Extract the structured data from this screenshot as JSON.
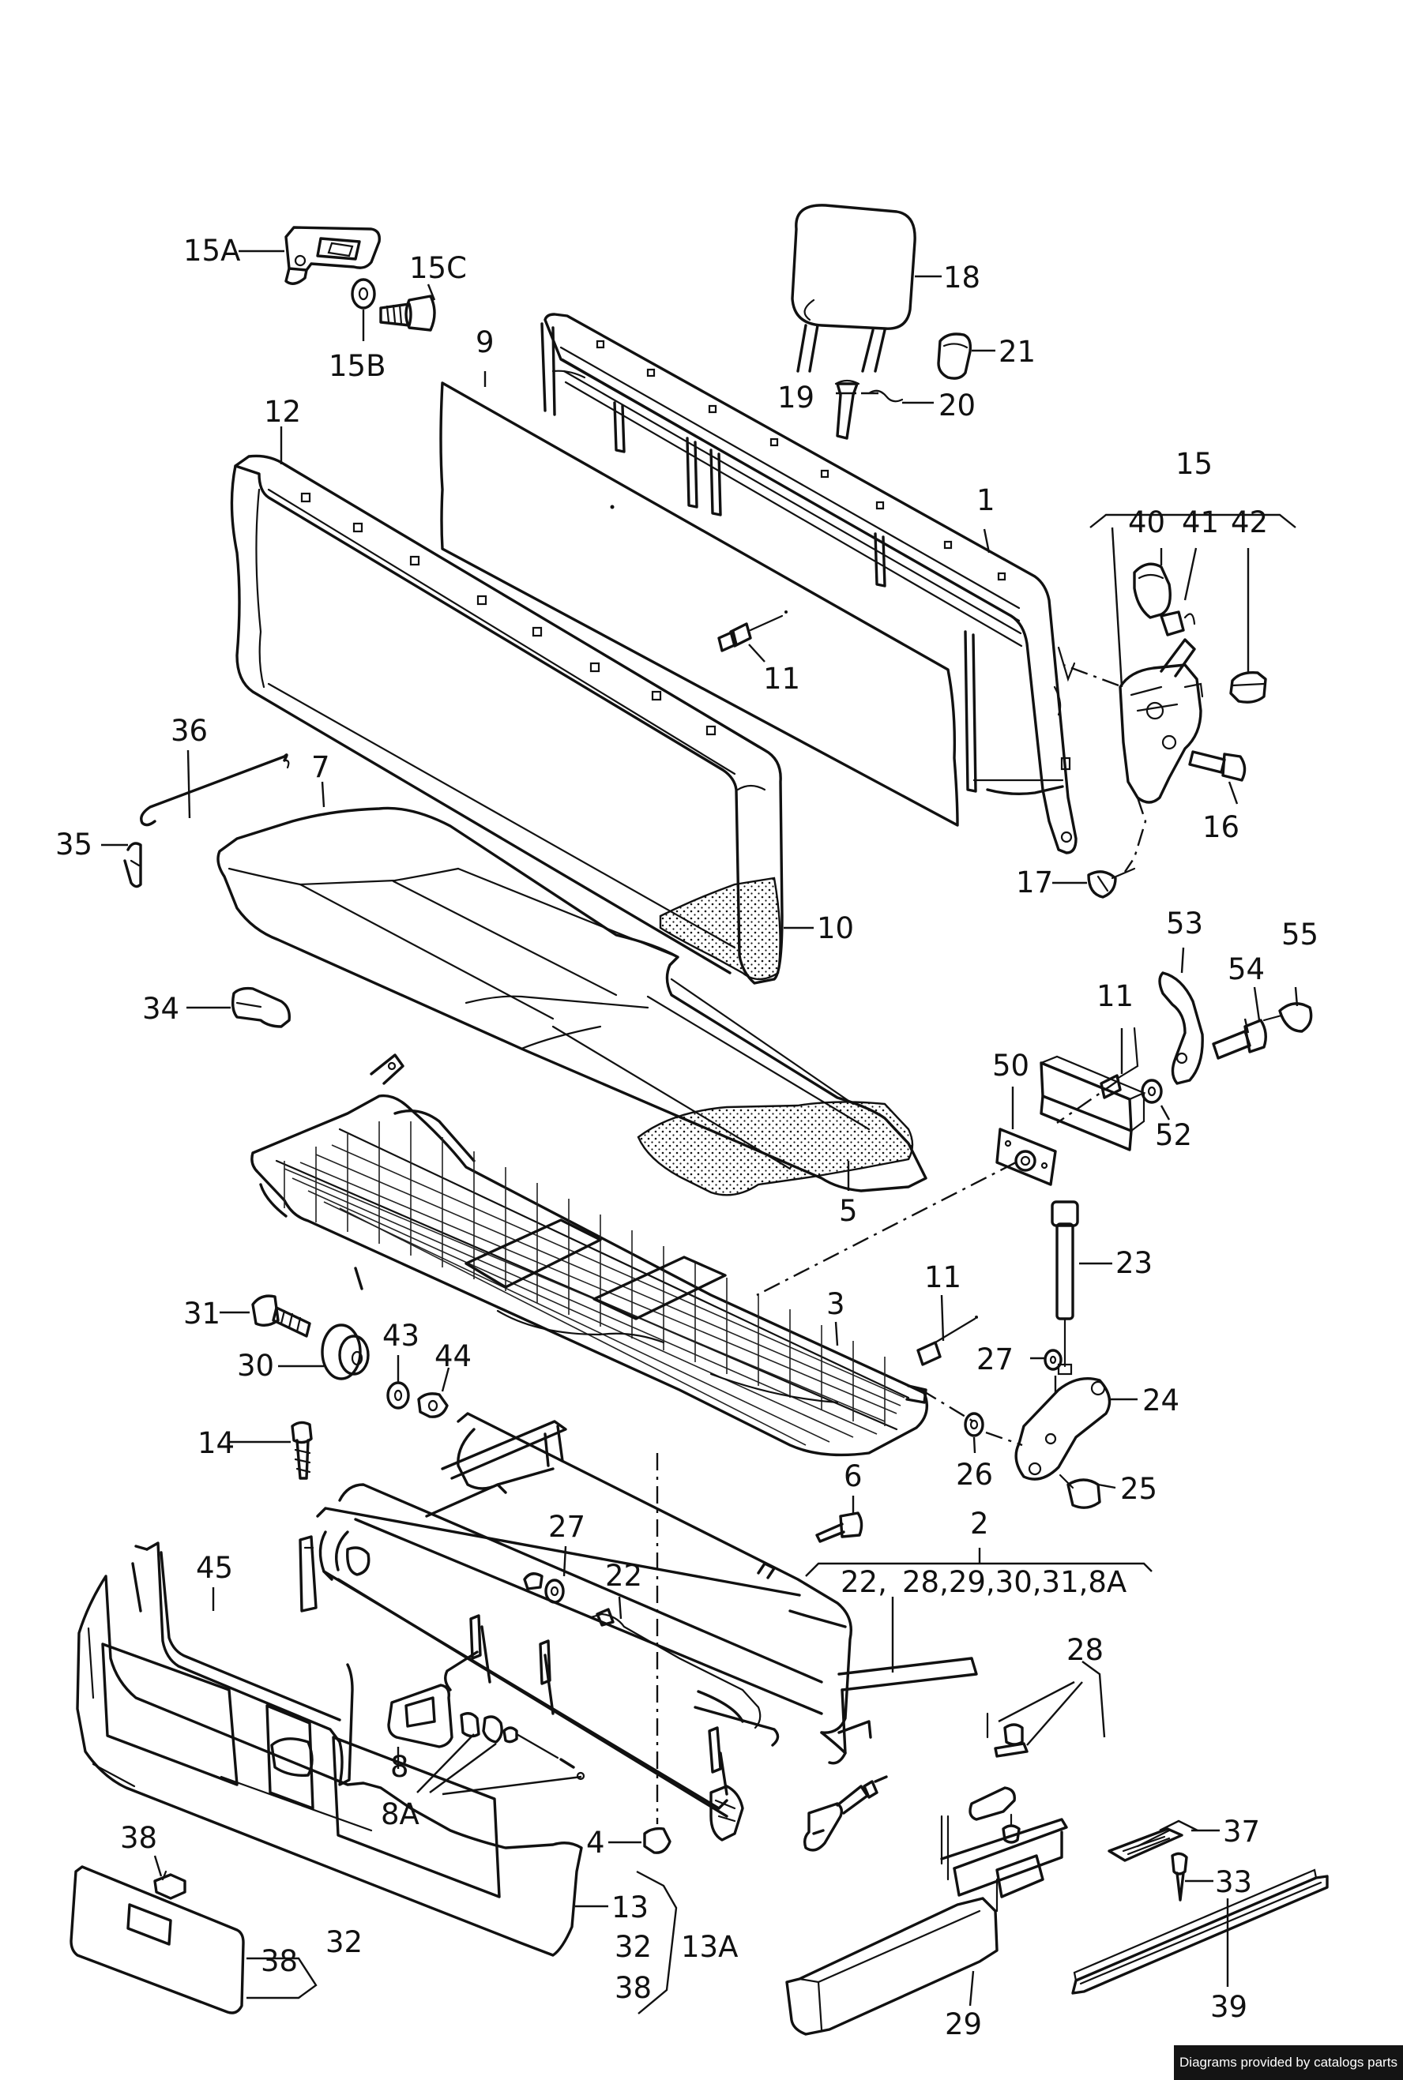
{
  "labels": {
    "l15A": "15A",
    "l15C": "15C",
    "l15B": "15B",
    "l18": "18",
    "l21": "21",
    "l9": "9",
    "l19": "19",
    "l20": "20",
    "l12": "12",
    "l15": "15",
    "l1": "1",
    "l40": "40",
    "l41": "41",
    "l42": "42",
    "l11a": "11",
    "l16": "16",
    "l36": "36",
    "l7": "7",
    "l35": "35",
    "l17": "17",
    "l10": "10",
    "l53": "53",
    "l55": "55",
    "l54": "54",
    "l34": "34",
    "l11b": "11",
    "l50": "50",
    "l52": "52",
    "l5": "5",
    "l23": "23",
    "l11c": "11",
    "l3": "3",
    "l31": "31",
    "l43": "43",
    "l44": "44",
    "l30": "30",
    "l27a": "27",
    "l24": "24",
    "l14": "14",
    "l26": "26",
    "l25": "25",
    "l6": "6",
    "l2": "2",
    "l27b": "27",
    "l22a": "22",
    "l45": "45",
    "l22b": "22,",
    "l28list": "28,29,30,31,8A",
    "l28": "28",
    "l8": "8",
    "l8A": "8A",
    "l38a": "38",
    "l4": "4",
    "l37": "37",
    "l33": "33",
    "l13": "13",
    "l32a": "32",
    "l13A": "13A",
    "l38b": "38",
    "l38c": "38",
    "l32b": "32",
    "l29": "29",
    "l39": "39"
  },
  "footer": {
    "text": "Diagrams provided by catalogs parts"
  }
}
